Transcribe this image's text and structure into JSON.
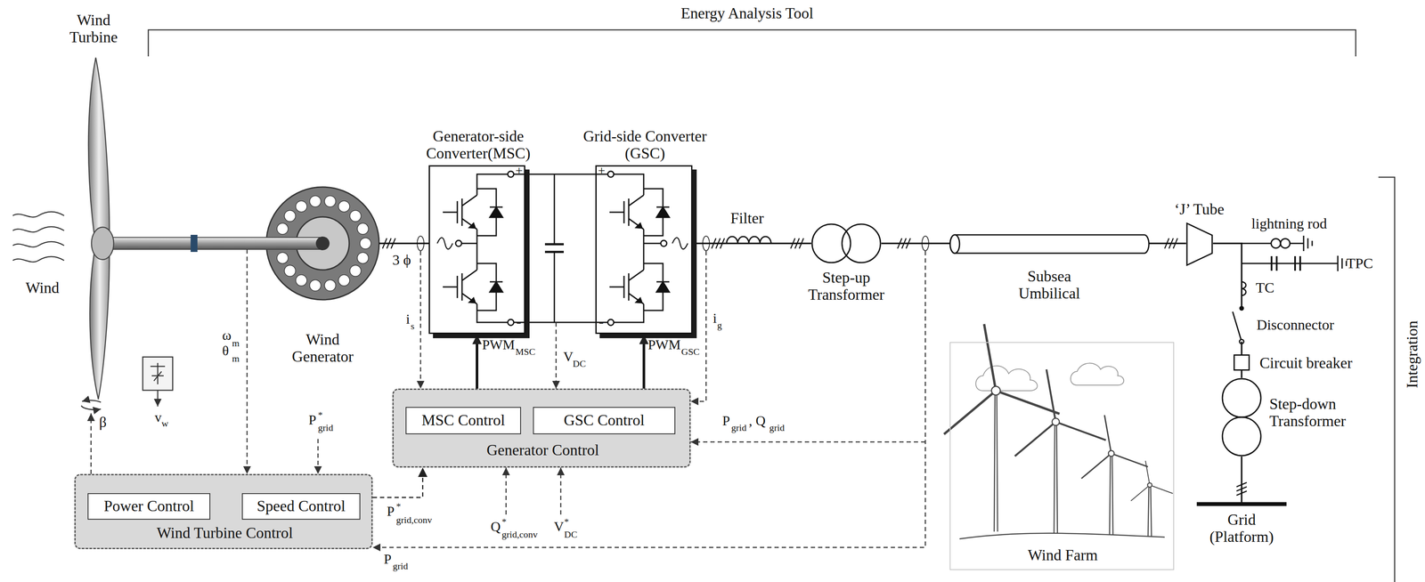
{
  "diagram": {
    "nodes": [
      {
        "text": [
          "Wind Generator"
        ]
      },
      {
        "text": [
          "Generator-side Converter(MSC)"
        ]
      },
      {
        "text": [
          "Grid-side Converter (GSC)"
        ]
      },
      {
        "text": [
          "Step-up Transformer"
        ]
      },
      {
        "text": [
          "Subsea Umbilical"
        ]
      },
      {
        "text": [
          "‘J’ Tube"
        ]
      },
      {
        "text": [
          "Circuit breaker"
        ]
      },
      {
        "text": [
          "Step-down Transformer"
        ]
      },
      {
        "text": [
          "Generator Control"
        ]
      },
      {
        "text": [
          "MSC Control"
        ],
        "in": 8
      },
      {
        "text": [
          "GSC Control"
        ],
        "in": 8
      },
      {
        "text": [
          "Wind Turbine Control"
        ]
      },
      {
        "text": [
          "Power Control"
        ],
        "in": 11
      },
      {
        "text": [
          "Speed Control"
        ],
        "in": 11
      },
      {
        "text": [
          "Wind Farm"
        ]
      },
      {
        "text": [
          "Grid (Platform)"
        ]
      }
    ],
    "edges": [
      {
        "from": 0,
        "to": 1,
        "arrow": "none"
      },
      {
        "from": 1,
        "to": 2,
        "arrow": "none"
      },
      {
        "from": 2,
        "to": 3,
        "arrow": "none"
      },
      {
        "from": 3,
        "to": 4,
        "arrow": "none"
      },
      {
        "from": 4,
        "to": 5,
        "arrow": "none"
      },
      {
        "from": 5,
        "to": 6,
        "arrow": "none"
      },
      {
        "from": 6,
        "to": 7,
        "arrow": "none"
      },
      {
        "from": 7,
        "to": 15,
        "arrow": "none"
      },
      {
        "from": 8,
        "to": 1,
        "arrow": "to"
      },
      {
        "from": 8,
        "to": 2,
        "arrow": "to"
      },
      {
        "from": 9,
        "to": 10,
        "arrow": "both"
      },
      {
        "from": 12,
        "to": 13,
        "arrow": "both"
      },
      {
        "from": 11,
        "to": 8,
        "arrow": "to"
      }
    ],
    "labels": [
      "Energy Analysis Tool",
      "Wind Turbine",
      "Wind",
      "Integration",
      "ω",
      "m",
      "θ",
      "m",
      "i",
      "s",
      "i",
      "g",
      "V",
      "DC",
      "PWM",
      "MSC",
      "PWM",
      "GSC",
      "β",
      "v",
      "w",
      "P",
      "*",
      "grid",
      "P",
      "*",
      "grid,conv",
      "Q",
      "*",
      "grid,conv",
      "V",
      "*",
      "DC",
      "P",
      "grid",
      ", Q",
      "grid",
      "P",
      "grid",
      "3 ϕ",
      "Filter",
      "lightning rod",
      "TPC",
      "TC",
      "Disconnector",
      "+",
      "-",
      "+",
      "-"
    ]
  }
}
